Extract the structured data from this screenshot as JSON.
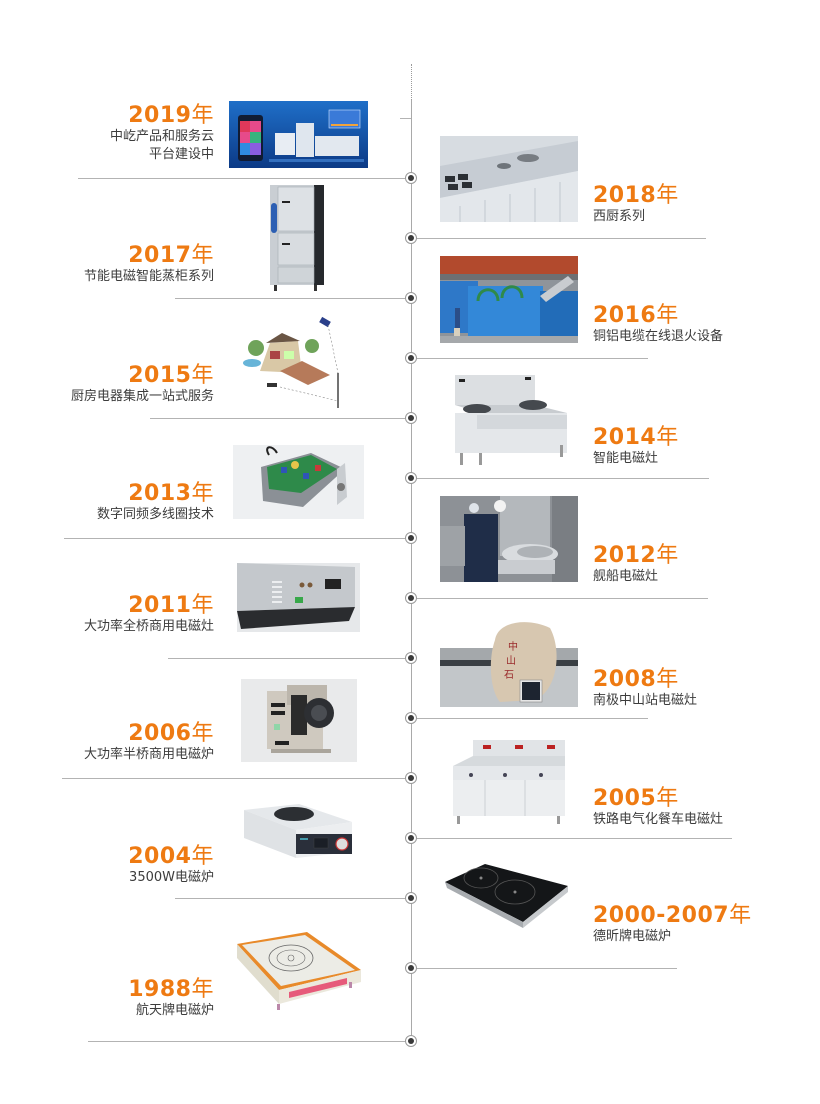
{
  "timeline": {
    "title": "",
    "accent_color": "#ee7a12",
    "line_color": "#b3b3b3",
    "node_color": "#3a3a3a",
    "entries": [
      {
        "year": "2019",
        "suffix": "年",
        "desc_lines": [
          "中屹产品和服务云",
          "平台建设中"
        ],
        "side": "left",
        "image": "smart-kitchen-cloud-platform"
      },
      {
        "year": "2018",
        "suffix": "年",
        "desc_lines": [
          "西厨系列"
        ],
        "side": "right",
        "image": "western-kitchen-line"
      },
      {
        "year": "2017",
        "suffix": "年",
        "desc_lines": [
          "节能电磁智能蒸柜系列"
        ],
        "side": "left",
        "image": "steam-cabinet"
      },
      {
        "year": "2016",
        "suffix": "年",
        "desc_lines": [
          "铜铝电缆在线退火设备"
        ],
        "side": "right",
        "image": "annealing-equipment"
      },
      {
        "year": "2015",
        "suffix": "年",
        "desc_lines": [
          "厨房电器集成一站式服务"
        ],
        "side": "left",
        "image": "smart-home-satellite"
      },
      {
        "year": "2014",
        "suffix": "年",
        "desc_lines": [
          "智能电磁灶"
        ],
        "side": "right",
        "image": "double-wok-stove"
      },
      {
        "year": "2013",
        "suffix": "年",
        "desc_lines": [
          "数字同频多线圈技术"
        ],
        "side": "left",
        "image": "circuit-board-module"
      },
      {
        "year": "2012",
        "suffix": "年",
        "desc_lines": [
          "舰船电磁灶"
        ],
        "side": "right",
        "image": "ship-kitchen-workers"
      },
      {
        "year": "2011",
        "suffix": "年",
        "desc_lines": [
          "大功率全桥商用电磁灶"
        ],
        "side": "left",
        "image": "full-bridge-power-unit"
      },
      {
        "year": "2008",
        "suffix": "年",
        "desc_lines": [
          "南极中山站电磁灶"
        ],
        "side": "right",
        "image": "antarctic-zhongshan-rock"
      },
      {
        "year": "2006",
        "suffix": "年",
        "desc_lines": [
          "大功率半桥商用电磁炉"
        ],
        "side": "left",
        "image": "half-bridge-fan-unit"
      },
      {
        "year": "2005",
        "suffix": "年",
        "desc_lines": [
          "铁路电气化餐车电磁灶"
        ],
        "side": "right",
        "image": "triple-burner-stove"
      },
      {
        "year": "2004",
        "suffix": "年",
        "desc_lines": [
          "3500W电磁炉"
        ],
        "side": "left",
        "image": "wok-induction-cooker"
      },
      {
        "year": "2000-2007",
        "suffix": "年",
        "desc_lines": [
          "德昕牌电磁炉"
        ],
        "side": "right",
        "image": "double-induction-hob"
      },
      {
        "year": "1988",
        "suffix": "年",
        "desc_lines": [
          "航天牌电磁炉"
        ],
        "side": "left",
        "image": "vintage-induction-cooker"
      }
    ]
  }
}
